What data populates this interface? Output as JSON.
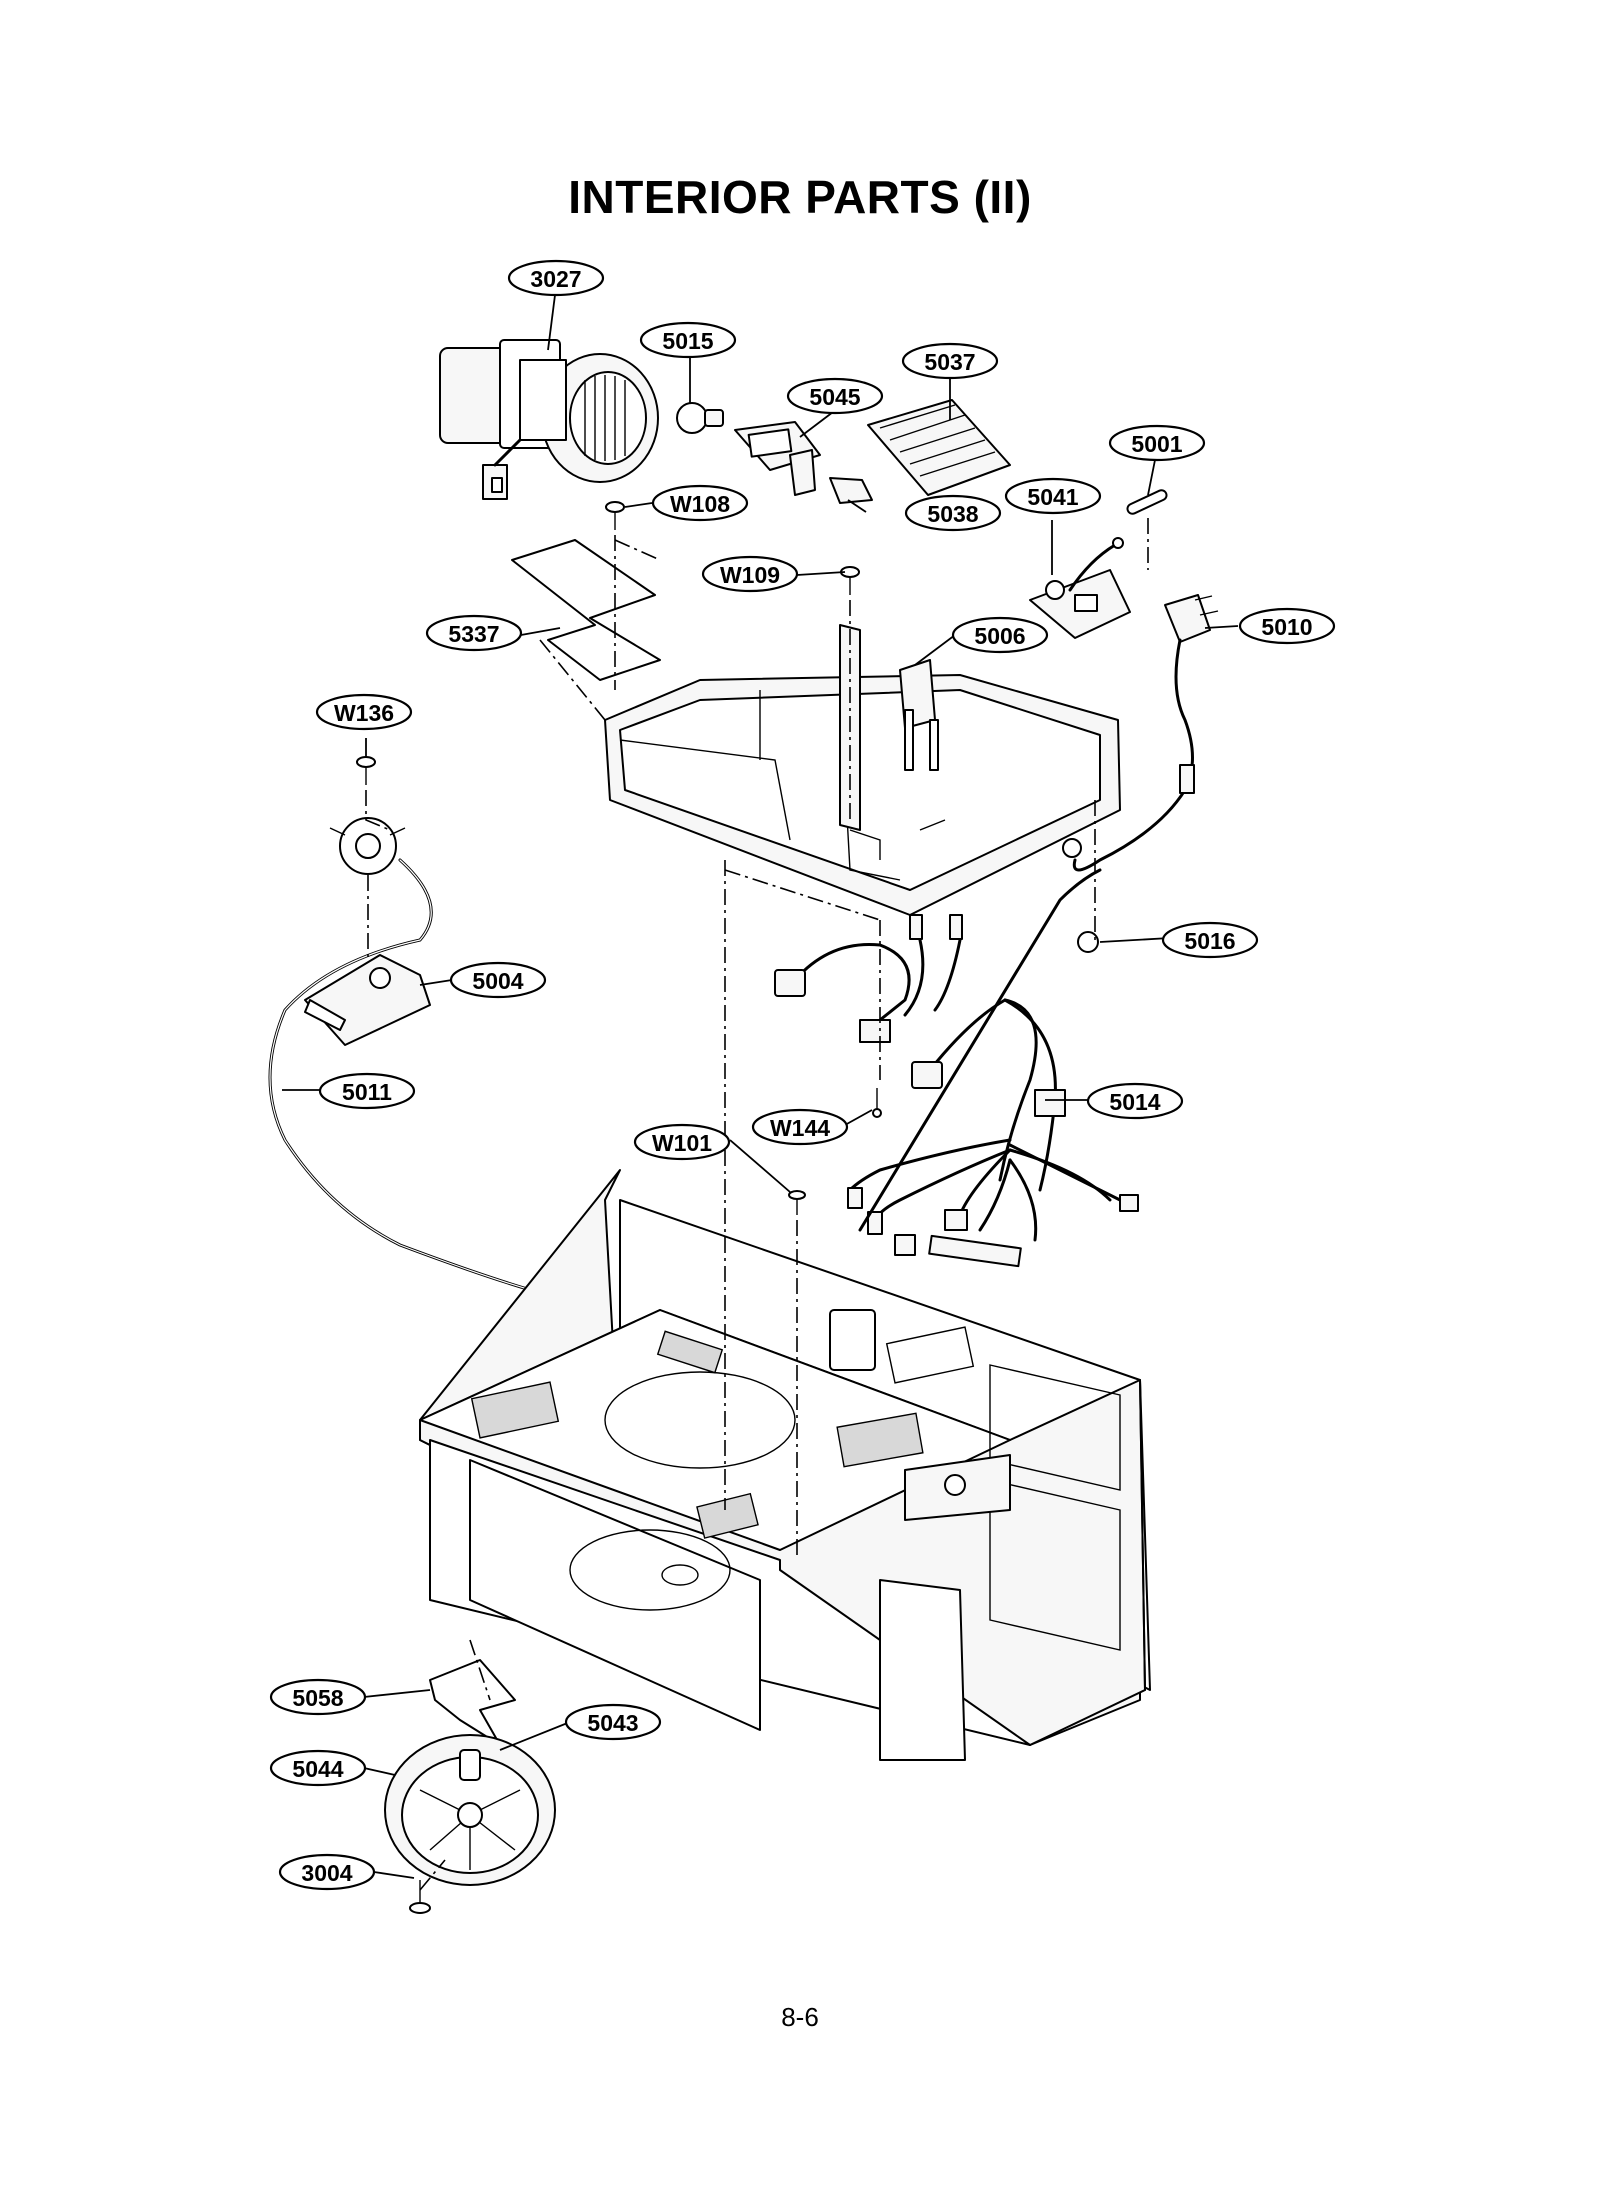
{
  "title": "INTERIOR PARTS (II)",
  "page_number": "8-6",
  "callouts": [
    {
      "id": "3027",
      "label": "3027"
    },
    {
      "id": "5015",
      "label": "5015"
    },
    {
      "id": "5037",
      "label": "5037"
    },
    {
      "id": "5045",
      "label": "5045"
    },
    {
      "id": "5001",
      "label": "5001"
    },
    {
      "id": "5041",
      "label": "5041"
    },
    {
      "id": "W108",
      "label": "W108"
    },
    {
      "id": "5038",
      "label": "5038"
    },
    {
      "id": "W109",
      "label": "W109"
    },
    {
      "id": "5010",
      "label": "5010"
    },
    {
      "id": "5337",
      "label": "5337"
    },
    {
      "id": "5006",
      "label": "5006"
    },
    {
      "id": "W136",
      "label": "W136"
    },
    {
      "id": "5016",
      "label": "5016"
    },
    {
      "id": "5004",
      "label": "5004"
    },
    {
      "id": "5011",
      "label": "5011"
    },
    {
      "id": "5014",
      "label": "5014"
    },
    {
      "id": "W144",
      "label": "W144"
    },
    {
      "id": "W101",
      "label": "W101"
    },
    {
      "id": "5058",
      "label": "5058"
    },
    {
      "id": "5043",
      "label": "5043"
    },
    {
      "id": "5044",
      "label": "5044"
    },
    {
      "id": "3004",
      "label": "3004"
    }
  ]
}
